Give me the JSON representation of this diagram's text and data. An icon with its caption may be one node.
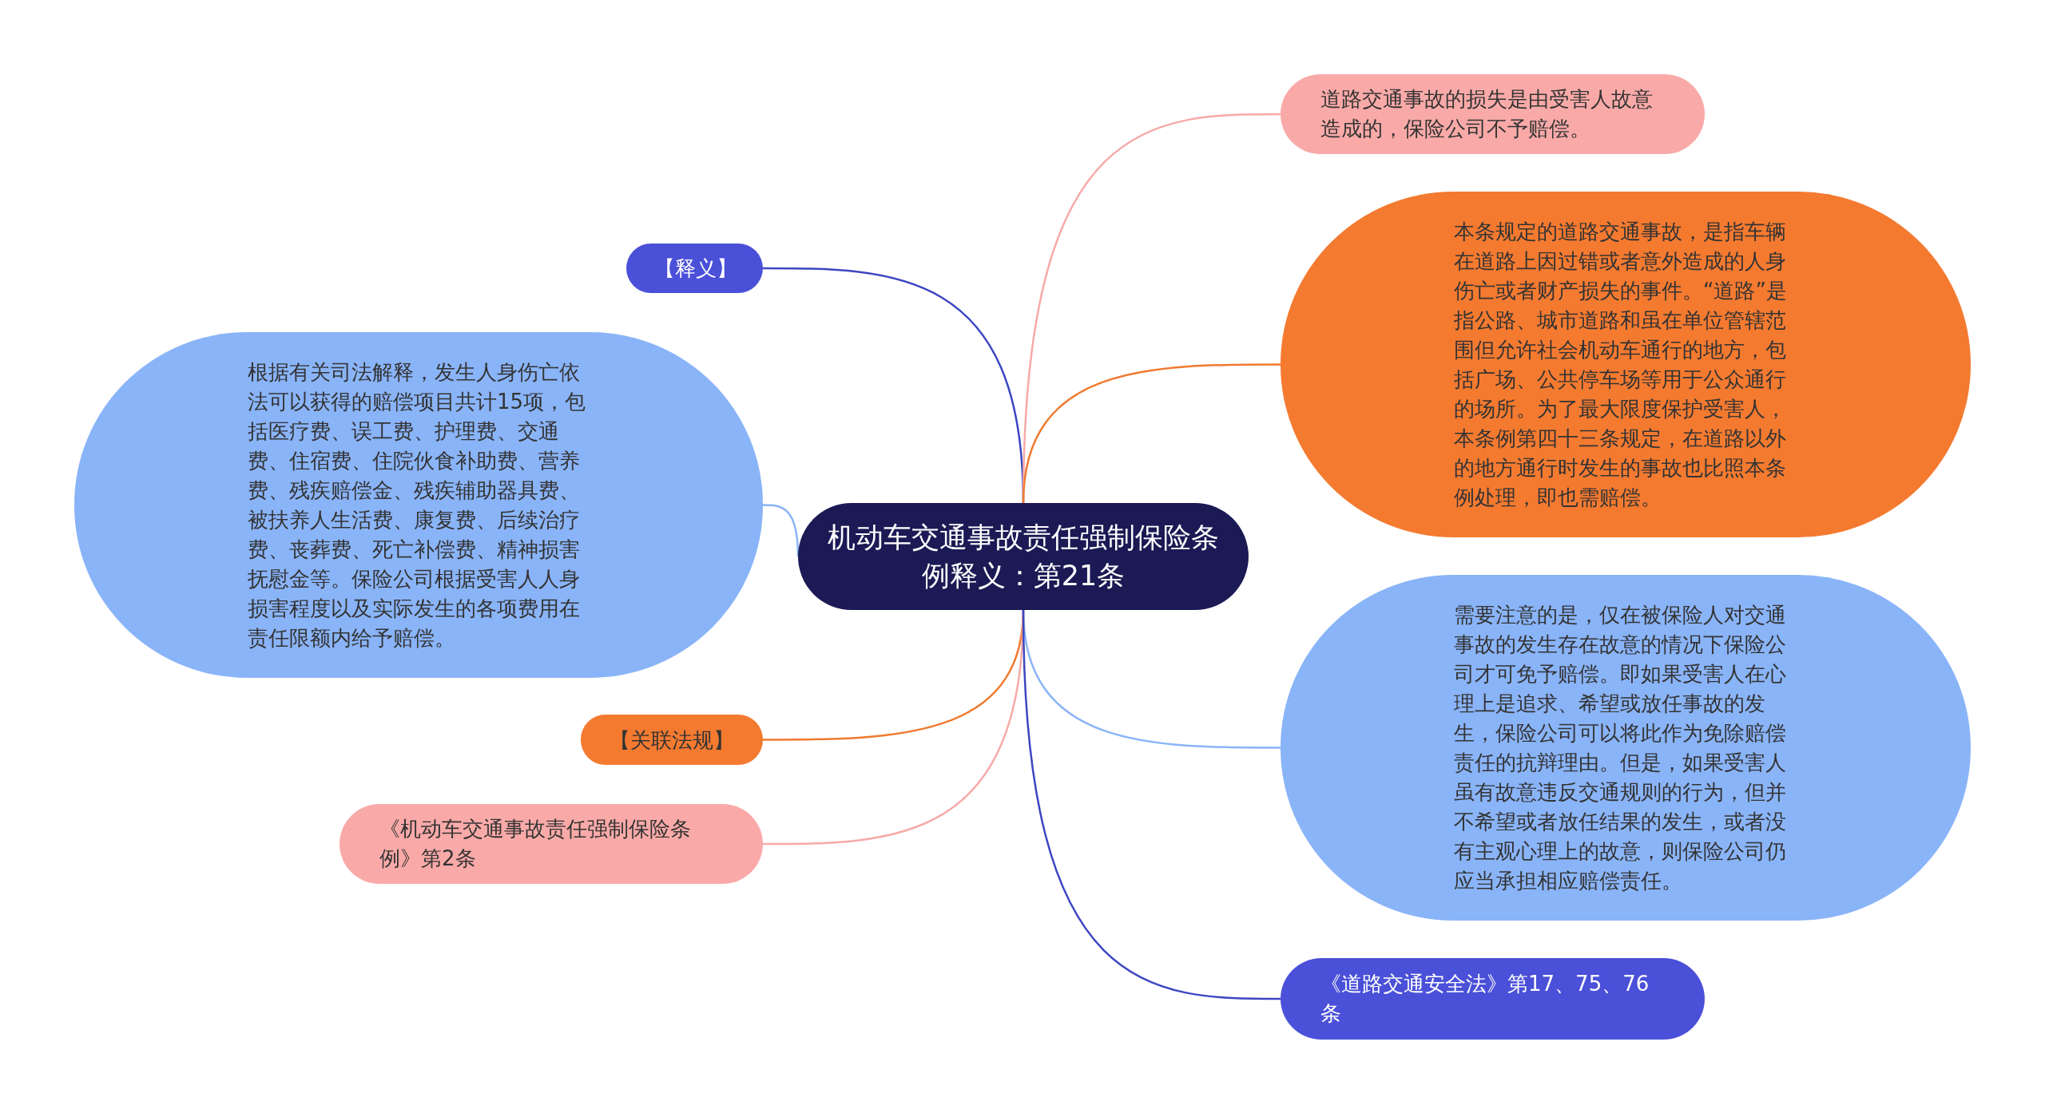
{
  "diagram": {
    "nodes": [
      {
        "text": [
          "机动车交通事故责任强制保险条例释义：第21条"
        ]
      },
      {
        "text": [
          "【释义】"
        ]
      },
      {
        "text": [
          "根据有关司法解释，发生人身伤亡依法可以获得的赔偿项目共计15项，包括医疗费、误工费、护理费、交通费、住宿费、住院伙食补助费、营养费、残疾赔偿金、残疾辅助器具费、被扶养人生活费、康复费、后续治疗费、丧葬费、死亡补偿费、精神损害抚慰金等。保险公司根据受害人人身损害程度以及实际发生的各项费用在责任限额内给予赔偿。"
        ]
      },
      {
        "text": [
          "【关联法规】"
        ]
      },
      {
        "text": [
          "《机动车交通事故责任强制保险条例》第2条"
        ]
      },
      {
        "text": [
          "道路交通事故的损失是由受害人故意造成的，保险公司不予赔偿。"
        ]
      },
      {
        "text": [
          "本条规定的道路交通事故，是指车辆在道路上因过错或者意外造成的人身伤亡或者财产损失的事件。“道路”是指公路、城市道路和虽在单位管辖范围但允许社会机动车通行的地方，包括广场、公共停车场等用于公众通行的场所。为了最大限度保护受害人，本条例第四十三条规定，在道路以外的地方通行时发生的事故也比照本条例处理，即也需赔偿。"
        ]
      },
      {
        "text": [
          "需要注意的是，仅在被保险人对交通事故的发生存在故意的情况下保险公司才可免予赔偿。即如果受害人在心理上是追求、希望或放任事故的发生，保险公司可以将此作为免除赔偿责任的抗辩理由。但是，如果受害人虽有故意违反交通规则的行为，但并不希望或者放任结果的发生，或者没有主观心理上的故意，则保险公司仍应当承担相应赔偿责任。"
        ]
      },
      {
        "text": [
          "《道路交通安全法》第17、75、76条"
        ]
      }
    ],
    "edges": [
      {
        "from": 0,
        "to": 1,
        "arrow": "none",
        "color": "#3d46c2"
      },
      {
        "from": 0,
        "to": 2,
        "arrow": "none",
        "color": "#8ab4f8"
      },
      {
        "from": 0,
        "to": 3,
        "arrow": "none",
        "color": "#f07a30"
      },
      {
        "from": 0,
        "to": 4,
        "arrow": "none",
        "color": "#f6aaa8"
      },
      {
        "from": 0,
        "to": 5,
        "arrow": "none",
        "color": "#f6aaa8"
      },
      {
        "from": 0,
        "to": 6,
        "arrow": "none",
        "color": "#f07a30"
      },
      {
        "from": 0,
        "to": 7,
        "arrow": "none",
        "color": "#8ab4f8"
      },
      {
        "from": 0,
        "to": 8,
        "arrow": "none",
        "color": "#3d46c2"
      }
    ]
  }
}
